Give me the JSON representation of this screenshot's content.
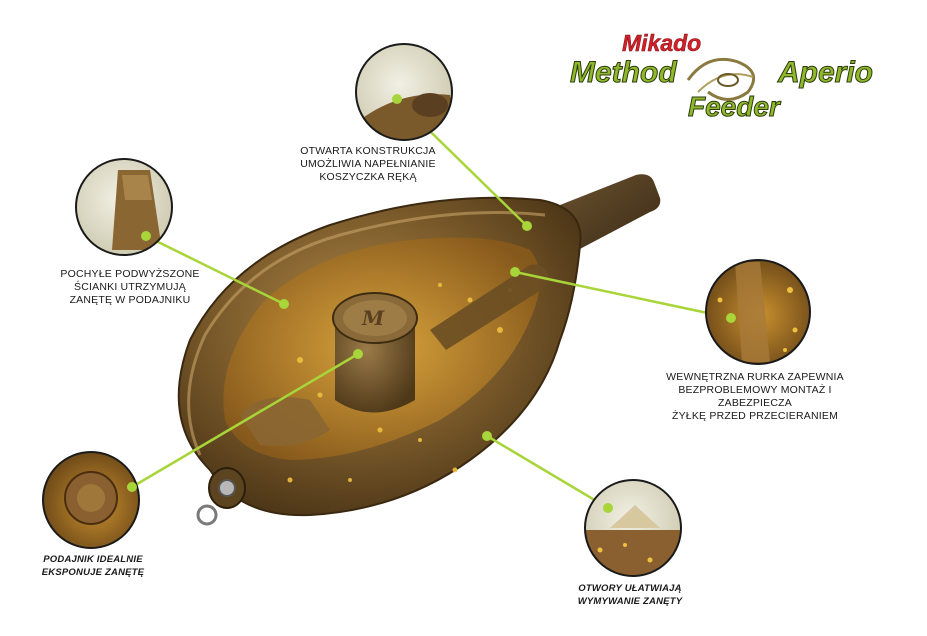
{
  "logo": {
    "brand": "Mikado",
    "word_left": "Method",
    "word_right": "Aperio",
    "word_bottom": "Feeder",
    "colors": {
      "brand": "#d4202a",
      "words": "#8fb82b",
      "outline": "#2d3b0e"
    }
  },
  "callouts": [
    {
      "text": "OTWARTA KONSTRUKCJA\nUMOŻLIWIA NAPEŁNIANIE\nKOSZYCZKA RĘKĄ"
    },
    {
      "text": "POCHYŁE PODWYŻSZONE\nŚCIANKI UTRZYMUJĄ\nZANĘTĘ W PODAJNIKU"
    },
    {
      "text": "WEWNĘTRZNA RURKA ZAPEWNIA\nBEZPROBLEMOWY MONTAŻ I ZABEZPIECZA\nŻYŁKĘ PRZED PRZECIERANIEM"
    },
    {
      "text": "PODAJNIK IDEALNIE\nEKSPONUJE ZANĘTĘ"
    },
    {
      "text": "OTWORY UŁATWIAJĄ\nWYMYWANIE ZANĘTY"
    }
  ],
  "colors": {
    "line": "#a8d53a",
    "plastic": "#7a5a2a",
    "plastic_dark": "#4a3416",
    "bait": "#d49a2a"
  }
}
